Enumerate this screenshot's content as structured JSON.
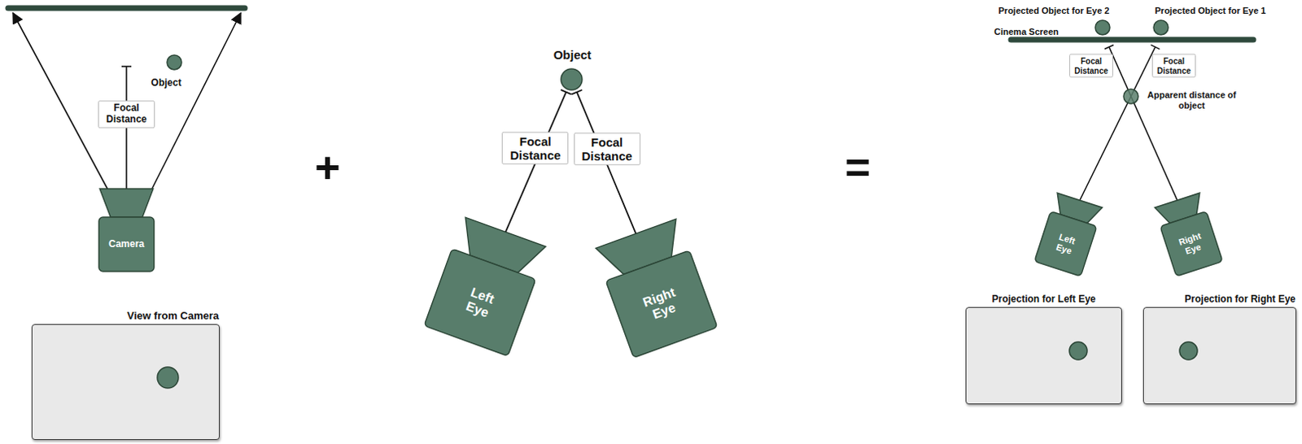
{
  "diagram": {
    "nodes": [
      {
        "text": [
          "Camera"
        ]
      },
      {
        "text": [
          "Object"
        ]
      },
      {
        "text": [
          "View from Camera"
        ]
      },
      {
        "text": [
          "Object"
        ]
      },
      {
        "text": [
          "Left Eye"
        ]
      },
      {
        "text": [
          "Right Eye"
        ]
      },
      {
        "text": [
          "Left Eye"
        ]
      },
      {
        "text": [
          "Right Eye"
        ]
      },
      {
        "text": [
          "Projection for Left Eye"
        ]
      },
      {
        "text": [
          "Projection for Right Eye"
        ]
      }
    ],
    "edges": [
      {
        "from": 4,
        "to": 3,
        "label": "Focal Distance",
        "arrow": "none"
      },
      {
        "from": 5,
        "to": 3,
        "label": "Focal Distance",
        "arrow": "none"
      }
    ],
    "labels": [
      "Focal Distance",
      "+",
      "=",
      "Projected Object for Eye 2",
      "Projected Object for Eye 1",
      "Cinema Screen",
      "Focal Distance",
      "Focal Distance",
      "Apparent distance of object"
    ]
  }
}
